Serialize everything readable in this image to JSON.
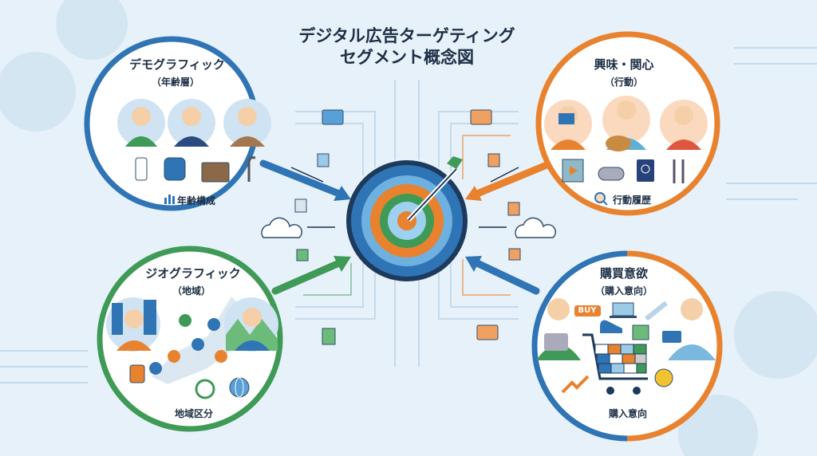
{
  "title": {
    "line1": "デジタル広告ターゲティング",
    "line2": "セグメント概念図"
  },
  "segments": {
    "demographic": {
      "heading": "デモグラフィック",
      "sub": "（年齢層）",
      "caption": "年齢構成",
      "color": "#2f74b5"
    },
    "interest": {
      "heading": "興味・関心",
      "sub": "（行動）",
      "caption": "行動履歴",
      "color": "#e8822e"
    },
    "geographic": {
      "heading": "ジオグラフィック",
      "sub": "（地域）",
      "caption": "地域区分",
      "color": "#3e9a56"
    },
    "purchase": {
      "heading": "購買意欲",
      "sub": "（購入意向）",
      "caption": "購入意向",
      "buy_label": "BUY",
      "color_a": "#2f74b5",
      "color_b": "#e8822e"
    }
  }
}
